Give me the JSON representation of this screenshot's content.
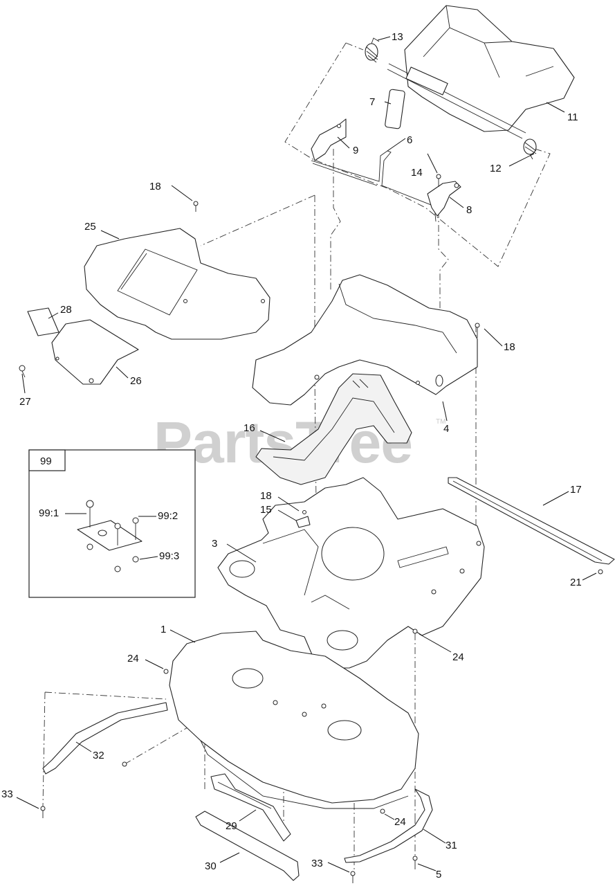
{
  "watermark": {
    "text": "PartsTree",
    "tm": "TM"
  },
  "inset": {
    "title": "99",
    "labels": [
      "99:1",
      "99:2",
      "99:3"
    ]
  },
  "callouts": [
    "13",
    "7",
    "11",
    "9",
    "6",
    "12",
    "14",
    "8",
    "18",
    "25",
    "28",
    "26",
    "27",
    "18",
    "4",
    "16",
    "17",
    "18",
    "15",
    "3",
    "21",
    "1",
    "24",
    "24",
    "32",
    "33",
    "29",
    "24",
    "31",
    "30",
    "33",
    "5"
  ]
}
